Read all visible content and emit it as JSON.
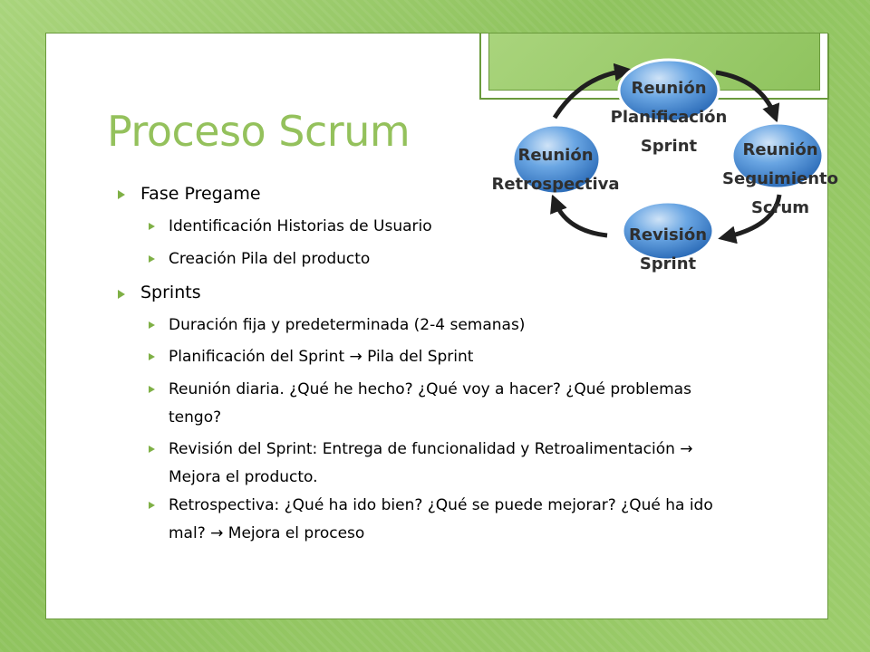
{
  "slide": {
    "title": "Proceso Scrum"
  },
  "bullets": {
    "pregame": {
      "label": "Fase Pregame",
      "items": [
        "Identificación Historias de Usuario",
        "Creación Pila del producto"
      ]
    },
    "sprints": {
      "label": "Sprints",
      "items": [
        "Duración fija y predeterminada (2-4 semanas)",
        "Planificación del Sprint → Pila del Sprint",
        "Reunión diaria. ¿Qué he hecho? ¿Qué voy a hacer? ¿Qué problemas tengo?",
        "Revisión del Sprint: Entrega de funcionalidad y Retroalimentación → Mejora el producto.",
        "Retrospectiva: ¿Qué ha ido bien? ¿Qué se puede mejorar? ¿Qué ha ido mal? → Mejora el proceso"
      ]
    }
  },
  "cycle": {
    "nodes": {
      "planning": "Reunión\nPlanificación\nSprint",
      "daily": "Reunión\nSeguimiento\nScrum",
      "review": "Revisión\nSprint",
      "retro": "Reunión\nRetrospectiva"
    }
  },
  "colors": {
    "accent": "#94c15c",
    "node": "#4d8fd6",
    "arrow": "#1f1f1f"
  }
}
